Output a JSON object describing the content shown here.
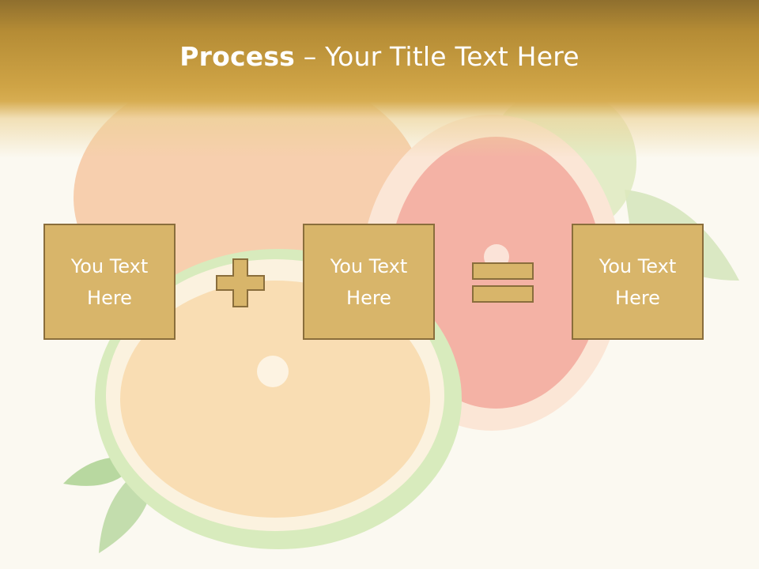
{
  "slide": {
    "title_bold": "Process",
    "title_rest": " – Your Title Text Here",
    "boxes": [
      {
        "text": "You Text Here"
      },
      {
        "text": "You Text Here"
      },
      {
        "text": "You Text Here"
      }
    ],
    "operators": [
      "plus-icon",
      "equals-icon"
    ]
  },
  "colors": {
    "header": "#c99c3f",
    "box_fill": "#d8b56a",
    "box_border": "#8a6e3c",
    "operator_fill": "#d8b56a",
    "text": "#ffffff"
  }
}
